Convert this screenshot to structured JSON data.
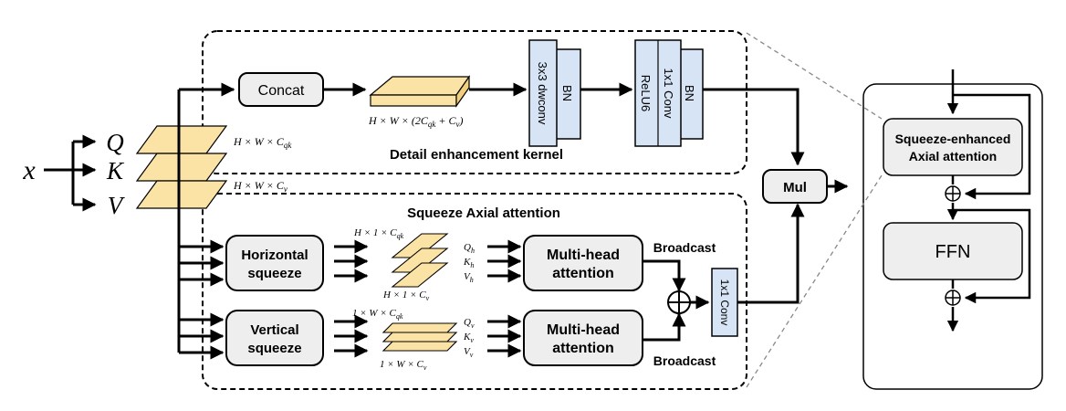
{
  "input": {
    "x": "x",
    "q": "Q",
    "k": "K",
    "v": "V"
  },
  "dims": {
    "qk": "H × W × C",
    "qk_sub": "qk",
    "v": "H × W × C",
    "v_sub": "v",
    "concat_out": "H × W × (2C",
    "concat_out_mid": "qk",
    "concat_out_tail": " + C",
    "concat_out_sub": "v",
    "h_qk": "H × 1 × C",
    "h_qk_sub": "qk",
    "h_v": "H × 1 × C",
    "h_v_sub": "v",
    "v_qk": "1 × W × C",
    "v_qk_sub": "qk",
    "v_v": "1 × W × C",
    "v_v_sub": "v"
  },
  "detail": {
    "title": "Detail enhancement kernel",
    "concat": "Concat",
    "dwconv": "3x3 dwconv",
    "bn1": "BN",
    "conv1x1": "1x1 Conv",
    "relu6": "ReLU6",
    "bn2": "BN"
  },
  "squeeze": {
    "title": "Squeeze Axial attention",
    "horizontal": [
      "Horizontal",
      "squeeze"
    ],
    "vertical": [
      "Vertical",
      "squeeze"
    ],
    "mha": [
      "Multi-head",
      "attention"
    ],
    "broadcast_top": "Broadcast",
    "broadcast_bottom": "Broadcast",
    "conv": "1x1 Conv",
    "qh": "Q",
    "qh_sub": "h",
    "kh": "K",
    "kh_sub": "h",
    "vh": "V",
    "vh_sub": "h",
    "qv": "Q",
    "qv_sub": "v",
    "kv": "K",
    "kv_sub": "v",
    "vv": "V",
    "vv_sub": "v"
  },
  "mul": "Mul",
  "block": {
    "sea": [
      "Squeeze-enhanced",
      "Axial attention"
    ],
    "ffn": "FFN"
  },
  "colors": {
    "box_fill": "#eeeeee",
    "tensor_fill": "#fbe3a6",
    "tensor_side": "#f1cf7c",
    "conv_fill": "#d7e4f5"
  }
}
